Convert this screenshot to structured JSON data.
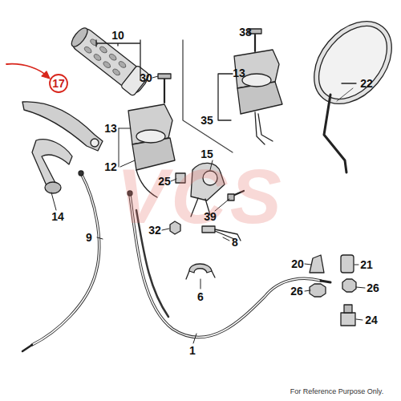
{
  "diagram": {
    "labels": [
      "VCS",
      "10",
      "17",
      "30",
      "13",
      "12",
      "14",
      "38",
      "35",
      "13",
      "22",
      "15",
      "25",
      "39",
      "21",
      "20",
      "26",
      "26",
      "24",
      "32",
      "8",
      "9",
      "6",
      "1",
      "For Reference Purpose Only."
    ]
  }
}
